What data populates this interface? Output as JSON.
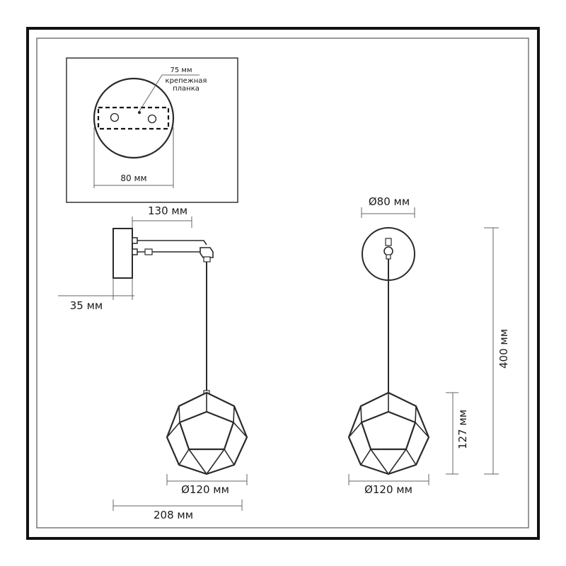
{
  "inset": {
    "plate_label": "75 мм",
    "plate_note_1": "крепежная",
    "plate_note_2": "планка",
    "base_width": "80 мм"
  },
  "side_view": {
    "arm_length": "130 мм",
    "base_depth": "35 мм",
    "shade_diameter": "Ø120 мм",
    "total_projection": "208 мм"
  },
  "front_view": {
    "base_diameter": "Ø80 мм",
    "total_height": "400 мм",
    "shade_height": "127 мм",
    "shade_diameter": "Ø120 мм"
  }
}
